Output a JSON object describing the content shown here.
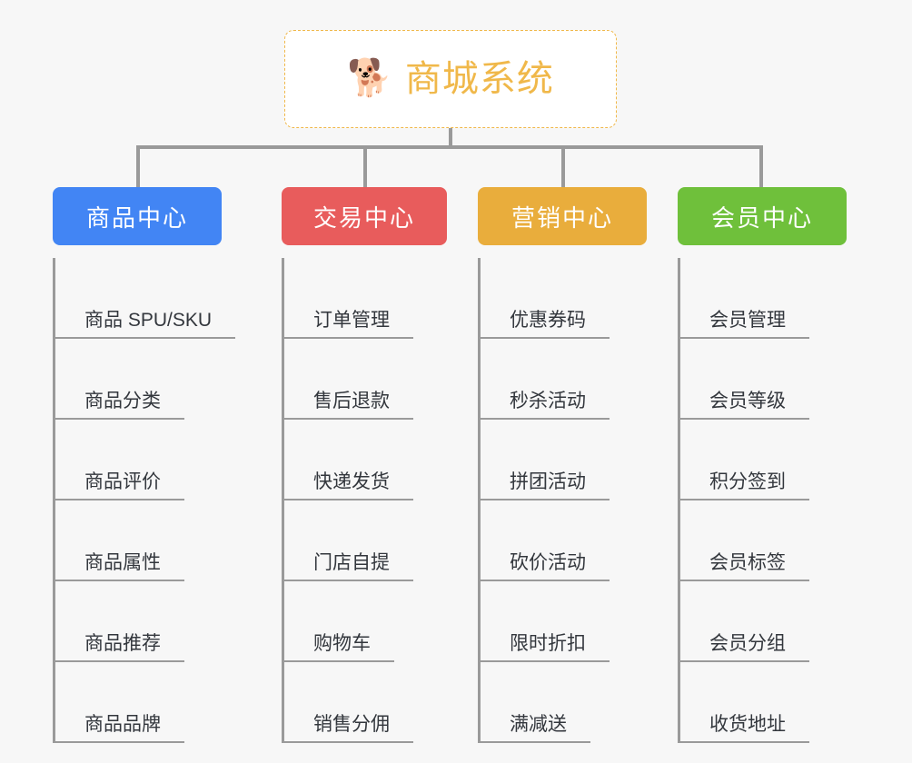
{
  "diagram": {
    "type": "org-chart",
    "root": {
      "icon": "shiba-dog-face-icon",
      "icon_glyph": "🐕",
      "title": "商城系统",
      "title_color": "#f0b84a",
      "border_color": "#f0b84a"
    },
    "connector_color": "#9a9a9a",
    "background": "#f7f7f7",
    "columns": [
      {
        "id": "product-center",
        "header": "商品中心",
        "color": "#4285f4",
        "items": [
          "商品 SPU/SKU",
          "商品分类",
          "商品评价",
          "商品属性",
          "商品推荐",
          "商品品牌"
        ]
      },
      {
        "id": "trade-center",
        "header": "交易中心",
        "color": "#e85c5c",
        "items": [
          "订单管理",
          "售后退款",
          "快递发货",
          "门店自提",
          "购物车",
          "销售分佣"
        ]
      },
      {
        "id": "marketing-center",
        "header": "营销中心",
        "color": "#e9ad3c",
        "items": [
          "优惠券码",
          "秒杀活动",
          "拼团活动",
          "砍价活动",
          "限时折扣",
          "满减送"
        ]
      },
      {
        "id": "member-center",
        "header": "会员中心",
        "color": "#6fc03b",
        "items": [
          "会员管理",
          "会员等级",
          "积分签到",
          "会员标签",
          "会员分组",
          "收货地址"
        ]
      }
    ]
  }
}
